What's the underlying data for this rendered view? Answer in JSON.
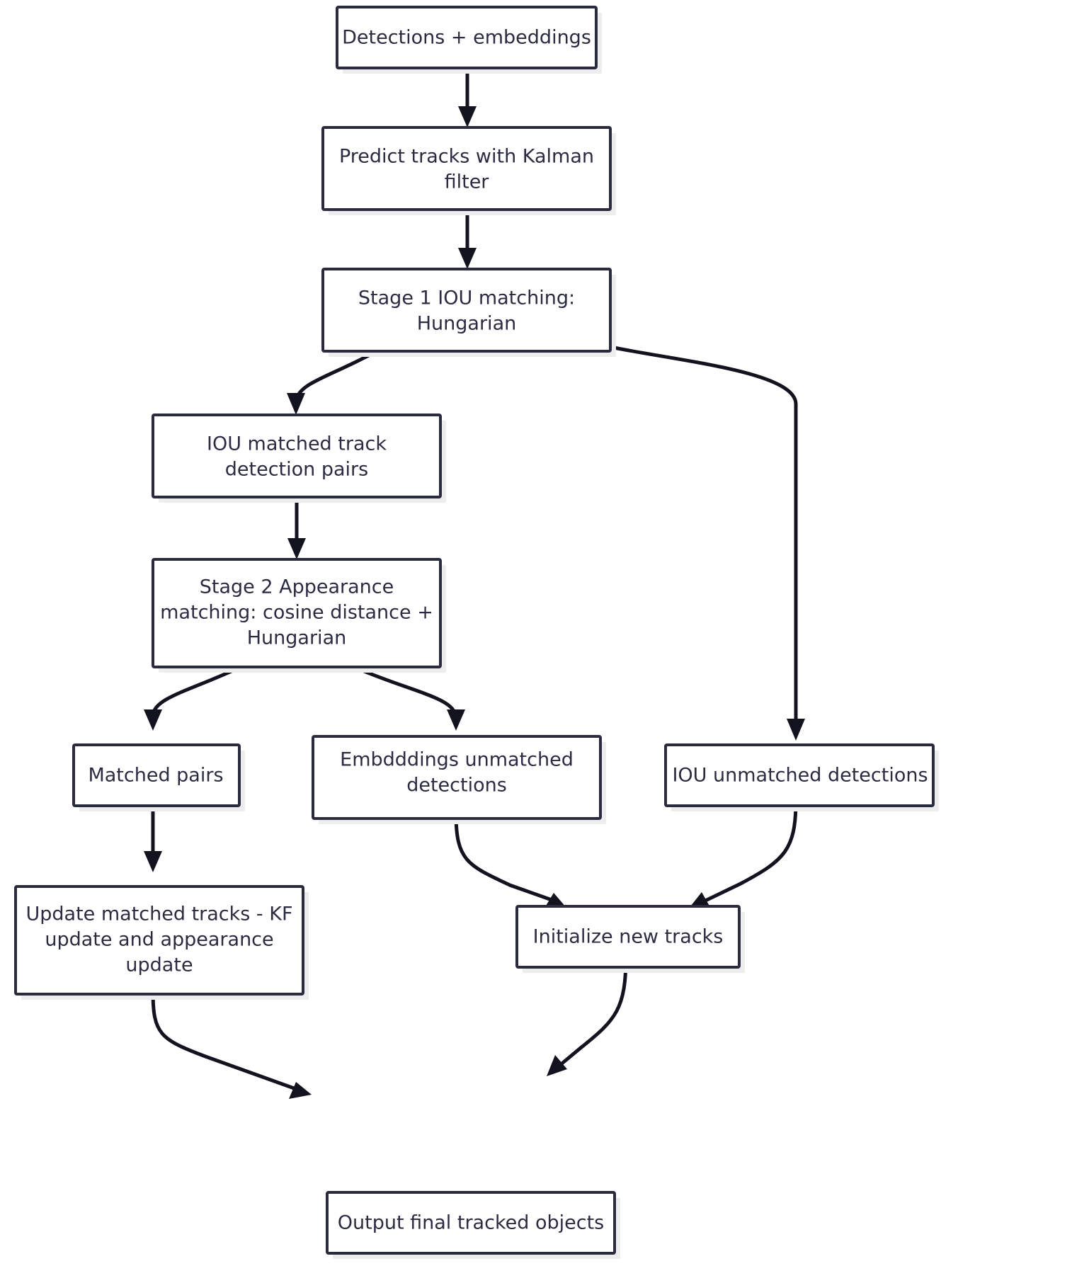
{
  "diagram": {
    "title": "Multi-object tracking pipeline flowchart",
    "type": "flowchart",
    "direction": "top-to-bottom",
    "colors": {
      "background": "#ffffff",
      "node_fill": "#ffffff",
      "node_border": "#2b2b40",
      "node_text": "#2b2b42",
      "edge": "#13131f",
      "node_shadow": "#ededed"
    },
    "nodes": [
      {
        "id": "detections",
        "label": "Detections + embeddings",
        "lines": [
          "Detections + embeddings"
        ]
      },
      {
        "id": "predict",
        "label": "Predict tracks with Kalman filter",
        "lines": [
          "Predict tracks with Kalman",
          "filter"
        ]
      },
      {
        "id": "stage1",
        "label": "Stage 1 IOU matching: Hungarian",
        "lines": [
          "Stage 1 IOU matching:",
          "Hungarian"
        ]
      },
      {
        "id": "iou_matched",
        "label": "IOU matched track detection pairs",
        "lines": [
          "IOU matched track",
          "detection pairs"
        ]
      },
      {
        "id": "stage2",
        "label": "Stage 2 Appearance matching: cosine distance + Hungarian",
        "lines": [
          "Stage 2 Appearance",
          "matching: cosine distance +",
          "Hungarian"
        ]
      },
      {
        "id": "matched",
        "label": "Matched pairs",
        "lines": [
          "Matched pairs"
        ]
      },
      {
        "id": "emb_unmatched",
        "label": "Embdddings unmatched detections",
        "lines": [
          "Embdddings unmatched",
          "detections"
        ]
      },
      {
        "id": "iou_unmatched",
        "label": "IOU unmatched detections",
        "lines": [
          "IOU unmatched detections"
        ]
      },
      {
        "id": "update",
        "label": "Update matched tracks - KF update and appearance update",
        "lines": [
          "Update matched tracks - KF",
          "update and appearance",
          "update"
        ]
      },
      {
        "id": "init",
        "label": "Initialize new tracks",
        "lines": [
          "Initialize new tracks"
        ]
      },
      {
        "id": "output",
        "label": "Output final tracked objects",
        "lines": [
          "Output final tracked objects"
        ]
      }
    ],
    "edges": [
      {
        "from": "detections",
        "to": "predict"
      },
      {
        "from": "predict",
        "to": "stage1"
      },
      {
        "from": "stage1",
        "to": "iou_matched"
      },
      {
        "from": "stage1",
        "to": "iou_unmatched"
      },
      {
        "from": "iou_matched",
        "to": "stage2"
      },
      {
        "from": "stage2",
        "to": "matched"
      },
      {
        "from": "stage2",
        "to": "emb_unmatched"
      },
      {
        "from": "matched",
        "to": "update"
      },
      {
        "from": "emb_unmatched",
        "to": "init"
      },
      {
        "from": "iou_unmatched",
        "to": "init"
      },
      {
        "from": "update",
        "to": "output"
      },
      {
        "from": "init",
        "to": "output"
      }
    ]
  }
}
